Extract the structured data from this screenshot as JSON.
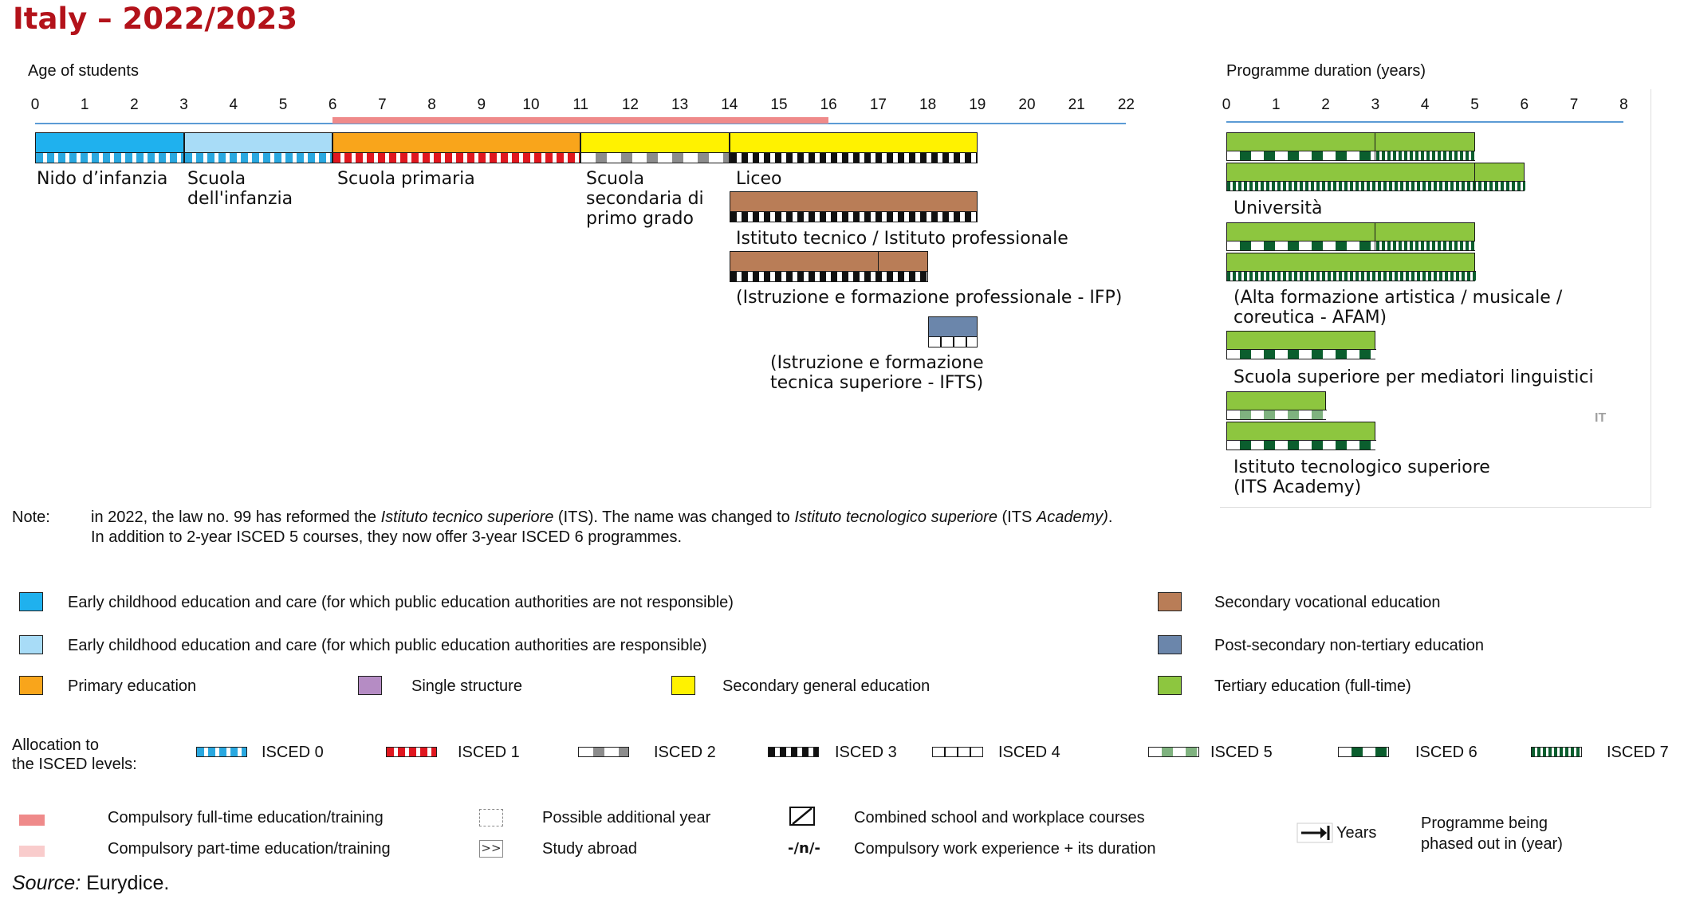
{
  "title": "Italy – 2022/2023",
  "age_axis": {
    "label": "Age of students",
    "ticks": [
      "0",
      "1",
      "2",
      "3",
      "4",
      "5",
      "6",
      "7",
      "8",
      "9",
      "10",
      "11",
      "12",
      "13",
      "14",
      "15",
      "16",
      "17",
      "18",
      "19",
      "20",
      "21",
      "22"
    ]
  },
  "duration_axis": {
    "label": "Programme duration (years)",
    "ticks": [
      "0",
      "1",
      "2",
      "3",
      "4",
      "5",
      "6",
      "7",
      "8"
    ]
  },
  "compulsory_range": [
    6,
    16
  ],
  "age_programmes": [
    {
      "id": "nido",
      "name": "Nido d’infanzia",
      "start": 0,
      "end": 3,
      "color": "#1fb1ee",
      "isced": "isced0"
    },
    {
      "id": "infanzia",
      "name": "Scuola\ndell'infanzia",
      "start": 3,
      "end": 6,
      "color": "#a8dcf7",
      "isced": "isced0"
    },
    {
      "id": "primaria",
      "name": "Scuola primaria",
      "start": 6,
      "end": 11,
      "color": "#f9a51b",
      "isced": "isced1"
    },
    {
      "id": "secondaria1",
      "name": "Scuola\nsecondaria di\nprimo grado",
      "start": 11,
      "end": 14,
      "color": "#fff200",
      "isced": "isced2"
    },
    {
      "id": "liceo",
      "name": "Liceo",
      "start": 14,
      "end": 19,
      "color": "#fff200",
      "isced": "isced3"
    },
    {
      "id": "tecnico",
      "name": "Istituto tecnico / Istituto professionale",
      "start": 14,
      "end": 19,
      "color": "#b97d57",
      "isced": "isced3"
    },
    {
      "id": "ifp",
      "name": "(Istruzione e formazione professionale - IFP)",
      "start": 14,
      "end": 18,
      "divider": 17,
      "color": "#b97d57",
      "isced": "isced3"
    },
    {
      "id": "ifts",
      "name": "(Istruzione e formazione\ntecnica superiore - IFTS)",
      "start": 18,
      "end": 19,
      "color": "#6b86ab",
      "isced": "isced4"
    }
  ],
  "tertiary": [
    {
      "id": "uni1",
      "start": 0,
      "end": 5,
      "divider": 3,
      "segments": [
        {
          "from": 0,
          "to": 3,
          "isced": "isced6"
        },
        {
          "from": 3,
          "to": 5,
          "isced": "isced7"
        }
      ],
      "label": ""
    },
    {
      "id": "uni2",
      "start": 0,
      "end": 6,
      "divider": 5,
      "segments": [
        {
          "from": 0,
          "to": 6,
          "isced": "isced7"
        }
      ],
      "label": "Università"
    },
    {
      "id": "afam1",
      "start": 0,
      "end": 5,
      "divider": 3,
      "segments": [
        {
          "from": 0,
          "to": 3,
          "isced": "isced6"
        },
        {
          "from": 3,
          "to": 5,
          "isced": "isced7"
        }
      ],
      "label": ""
    },
    {
      "id": "afam2",
      "start": 0,
      "end": 5,
      "segments": [
        {
          "from": 0,
          "to": 5,
          "isced": "isced7"
        }
      ],
      "label": "(Alta formazione artistica / musicale /\ncoreutica - AFAM)"
    },
    {
      "id": "ssml",
      "start": 0,
      "end": 3,
      "segments": [
        {
          "from": 0,
          "to": 3,
          "isced": "isced6"
        }
      ],
      "label": "Scuola superiore per mediatori linguistici"
    },
    {
      "id": "its1",
      "start": 0,
      "end": 2,
      "segments": [
        {
          "from": 0,
          "to": 2,
          "isced": "isced5"
        }
      ],
      "label": ""
    },
    {
      "id": "its2",
      "start": 0,
      "end": 3,
      "segments": [
        {
          "from": 0,
          "to": 3,
          "isced": "isced6"
        }
      ],
      "label": "Istituto tecnologico superiore\n(ITS Academy)"
    }
  ],
  "country_code": "IT",
  "note": {
    "label": "Note:",
    "line1_a": "in 2022, the law no. 99 has reformed the ",
    "line1_i1": "Istituto tecnico superiore",
    "line1_b": " (ITS). The name was changed to ",
    "line1_i2": "Istituto tecnologico superiore",
    "line1_c": " (ITS ",
    "line1_i3": "Academy)",
    "line1_d": ".",
    "line2": "In addition to 2-year ISCED 5 courses, they now offer 3-year ISCED 6 programmes."
  },
  "legend": {
    "ecec_not_responsible": {
      "text": "Early childhood education and care (for which public education authorities are not responsible)",
      "color": "#1fb1ee"
    },
    "ecec_responsible": {
      "text": "Early childhood education and care (for which public education authorities are responsible)",
      "color": "#a8dcf7"
    },
    "primary": {
      "text": "Primary education",
      "color": "#f9a51b"
    },
    "single": {
      "text": "Single structure",
      "color": "#b58cc4"
    },
    "secondary_general": {
      "text": "Secondary general education",
      "color": "#fff200"
    },
    "secondary_vocational": {
      "text": "Secondary vocational education",
      "color": "#b97d57"
    },
    "post_secondary": {
      "text": "Post-secondary non-tertiary education",
      "color": "#6b86ab"
    },
    "tertiary": {
      "text": "Tertiary education (full-time)",
      "color": "#8dc63f"
    }
  },
  "isced_legend": {
    "label": "Allocation to\nthe ISCED levels:",
    "items": [
      "ISCED 0",
      "ISCED 1",
      "ISCED 2",
      "ISCED 3",
      "ISCED 4",
      "ISCED 5",
      "ISCED 6",
      "ISCED 7"
    ]
  },
  "misc_legend": {
    "compulsory_full": {
      "text": "Compulsory full-time education/training",
      "color": "#ef8a8a"
    },
    "compulsory_part": {
      "text": "Compulsory part-time education/training",
      "color": "#f9cccc"
    },
    "additional_year": "Possible additional year",
    "study_abroad": "Study abroad",
    "study_abroad_sym": ">>",
    "combined": "Combined school and workplace courses",
    "work_experience": "Compulsory work experience + its duration",
    "work_experience_sym": "-/n/-",
    "years": "Years",
    "phased_out": "Programme being\nphased out in (year)"
  },
  "source_label": "Source:",
  "source_value": " Eurydice."
}
